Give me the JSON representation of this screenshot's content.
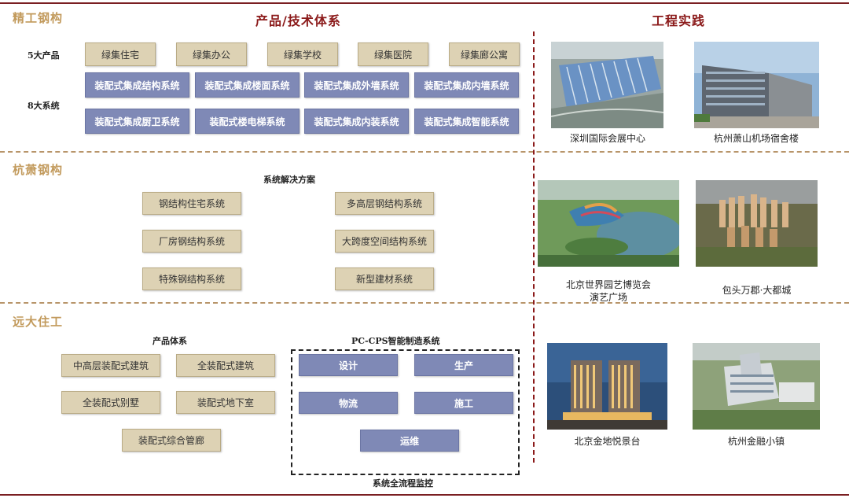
{
  "sections": {
    "jinggong": "精工钢构",
    "hangxiao": "杭萧钢构",
    "yuanda": "远大住工"
  },
  "headings": {
    "product_tech": "产品/技术体系",
    "engineering": "工程实践"
  },
  "jinggong": {
    "products_label": "5大产品",
    "systems_label": "8大系统",
    "products": [
      "绿集住宅",
      "绿集办公",
      "绿集学校",
      "绿集医院",
      "绿集廊公寓"
    ],
    "systems": [
      "装配式集成结构系统",
      "装配式集成楼面系统",
      "装配式集成外墙系统",
      "装配式集成内墙系统",
      "装配式集成厨卫系统",
      "装配式楼电梯系统",
      "装配式集成内装系统",
      "装配式集成智能系统"
    ]
  },
  "hangxiao": {
    "solutions_label": "系统解决方案",
    "solutions": [
      "钢结构住宅系统",
      "多高层钢结构系统",
      "厂房钢结构系统",
      "大跨度空间结构系统",
      "特殊钢结构系统",
      "新型建材系统"
    ]
  },
  "yuanda": {
    "product_label": "产品体系",
    "products": [
      "中高层装配式建筑",
      "全装配式建筑",
      "全装配式别墅",
      "装配式地下室",
      "装配式综合管廊"
    ],
    "pccps_label": "PC-CPS智能制造系统",
    "pccps": [
      "设计",
      "生产",
      "物流",
      "施工",
      "运维"
    ],
    "monitor_label": "系统全流程监控"
  },
  "projects": [
    {
      "caption": "深圳国际会展中心"
    },
    {
      "caption": "杭州萧山机场宿舍楼"
    },
    {
      "caption": "北京世界园艺博览会"
    },
    {
      "caption": "演艺广场"
    },
    {
      "caption": "包头万郡·大都城"
    },
    {
      "caption": "北京金地悦景台"
    },
    {
      "caption": "杭州金融小镇"
    }
  ],
  "colors": {
    "accent_red": "#7a1f22",
    "section_gold": "#c29a5c",
    "tan_box": "#ddd2b4",
    "blue_box": "#7f89b6"
  }
}
